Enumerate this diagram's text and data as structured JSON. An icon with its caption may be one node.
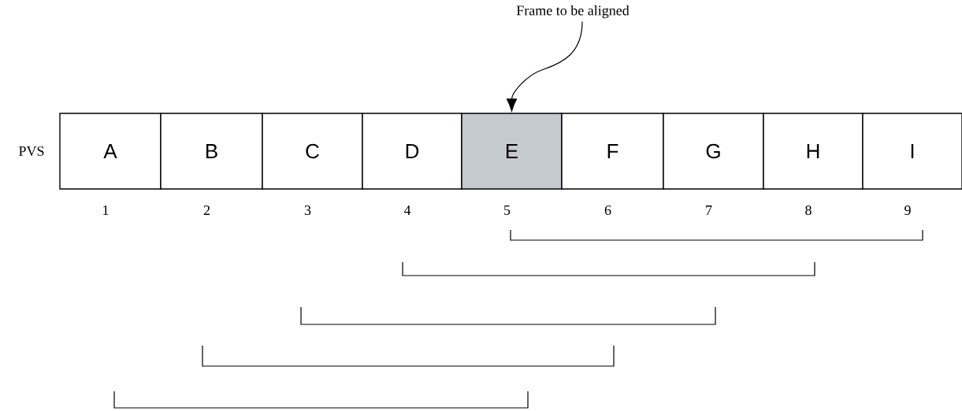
{
  "diagram": {
    "nodes": [
      {
        "text": [
          "A"
        ],
        "beside": [
          "1"
        ]
      },
      {
        "text": [
          "B"
        ],
        "beside": [
          "2"
        ]
      },
      {
        "text": [
          "C"
        ],
        "beside": [
          "3"
        ]
      },
      {
        "text": [
          "D"
        ],
        "beside": [
          "4"
        ]
      },
      {
        "text": [
          "E"
        ],
        "beside": [
          "5"
        ]
      },
      {
        "text": [
          "F"
        ],
        "beside": [
          "6"
        ]
      },
      {
        "text": [
          "G"
        ],
        "beside": [
          "7"
        ]
      },
      {
        "text": [
          "H"
        ],
        "beside": [
          "8"
        ]
      },
      {
        "text": [
          "I"
        ],
        "beside": [
          "9"
        ]
      },
      {
        "text": [
          "Frame to be aligned"
        ]
      }
    ],
    "edges": [
      {
        "from": 9,
        "to": 4,
        "arrow": "to"
      }
    ],
    "labels": [
      "PVS"
    ]
  }
}
